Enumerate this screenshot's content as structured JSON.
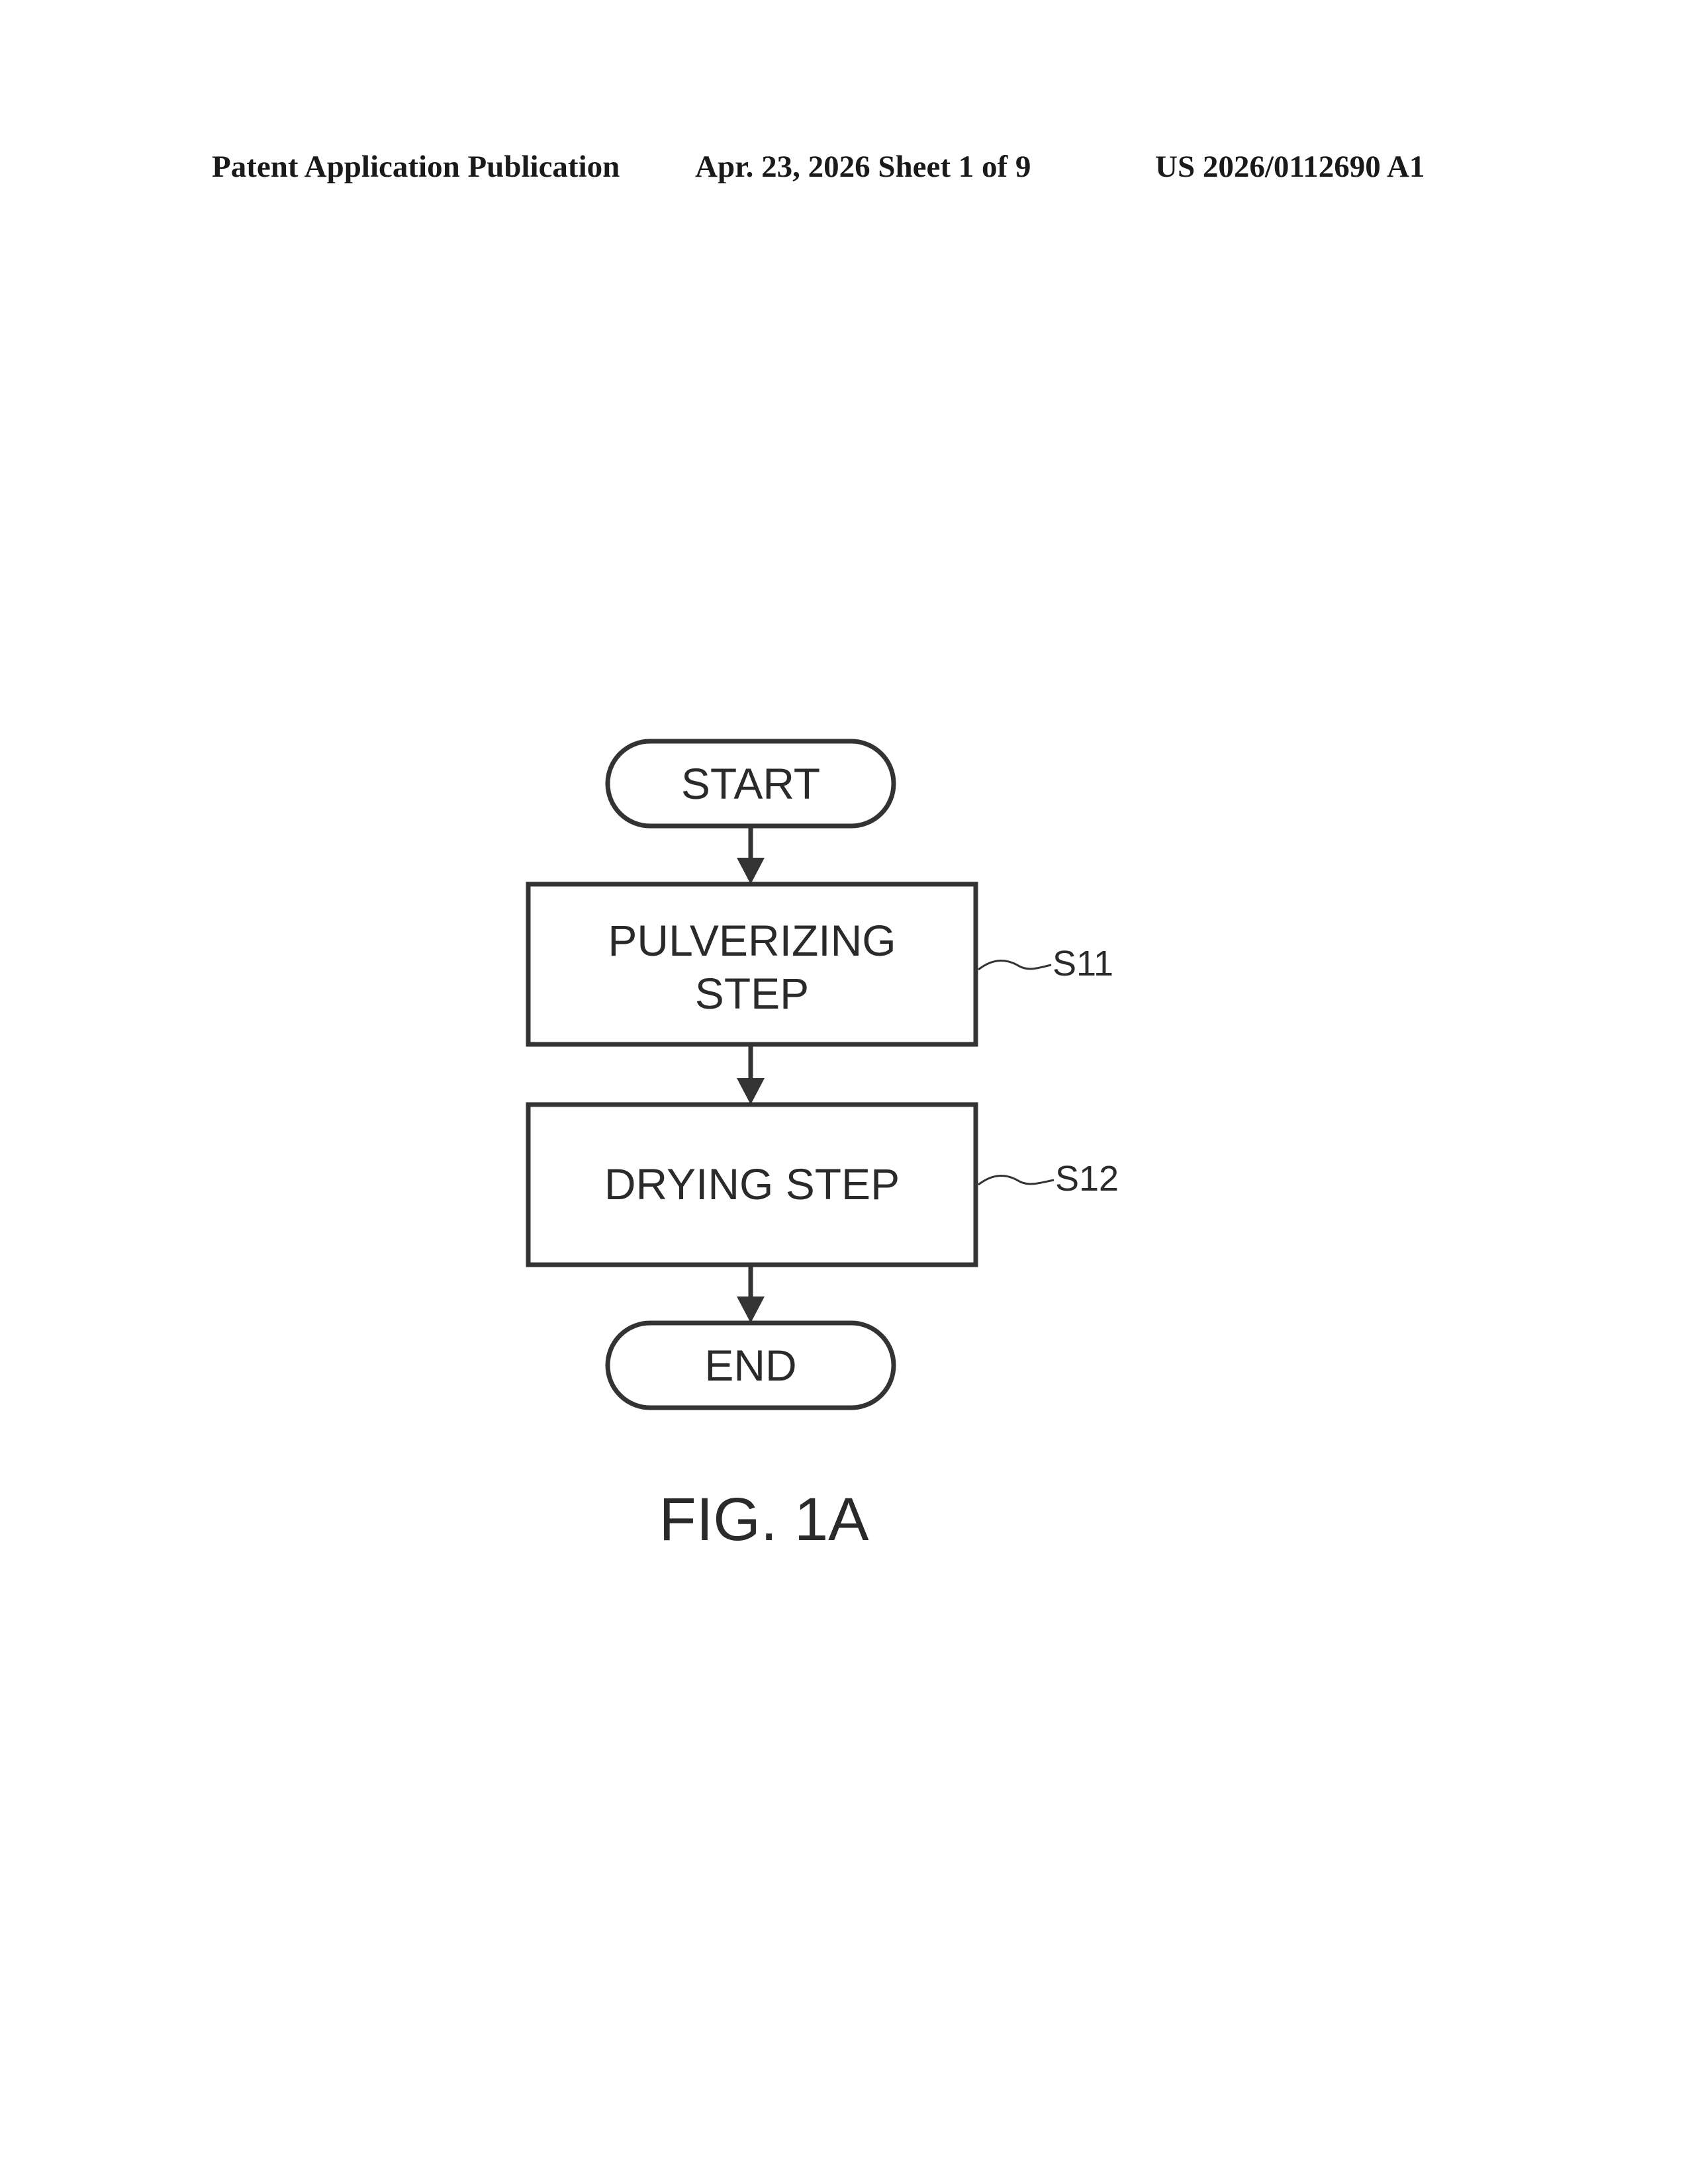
{
  "header": {
    "publication": "Patent Application Publication",
    "date_sheet": "Apr. 23, 2026  Sheet 1 of 9",
    "number": "US 2026/0112690 A1"
  },
  "flowchart": {
    "start": "START",
    "step1_line1": "PULVERIZING",
    "step1_line2": "STEP",
    "step1_ref": "S11",
    "step2": "DRYING STEP",
    "step2_ref": "S12",
    "end": "END"
  },
  "figure_label": "FIG. 1A"
}
